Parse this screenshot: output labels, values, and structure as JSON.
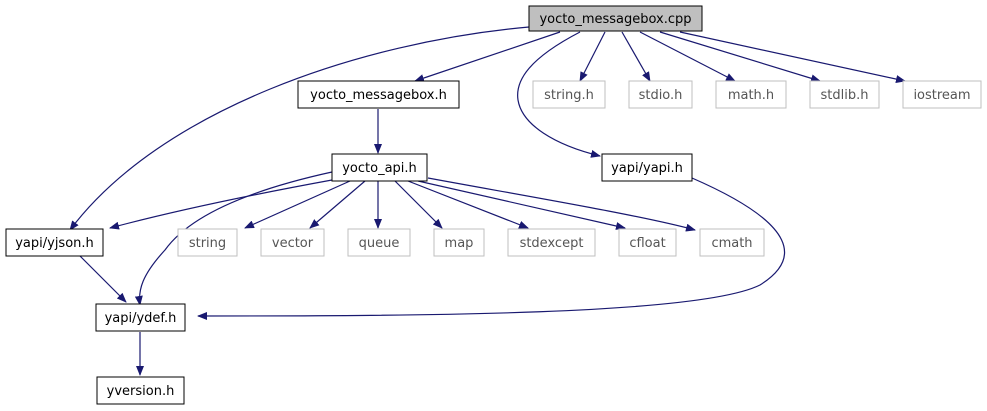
{
  "nodes": {
    "root": "yocto_messagebox.cpp",
    "messagebox_h": "yocto_messagebox.h",
    "string_h": "string.h",
    "stdio_h": "stdio.h",
    "math_h": "math.h",
    "stdlib_h": "stdlib.h",
    "iostream": "iostream",
    "yocto_api_h": "yocto_api.h",
    "yapi_h": "yapi/yapi.h",
    "yjson_h": "yapi/yjson.h",
    "string": "string",
    "vector": "vector",
    "queue": "queue",
    "map": "map",
    "stdexcept": "stdexcept",
    "cfloat": "cfloat",
    "cmath": "cmath",
    "ydef_h": "yapi/ydef.h",
    "yversion_h": "yversion.h"
  },
  "colors": {
    "edge": "#191970",
    "node_border": "#000000",
    "node_border_external": "#bfbfbf",
    "root_fill": "#bfbfbf",
    "node_fill": "#ffffff"
  }
}
